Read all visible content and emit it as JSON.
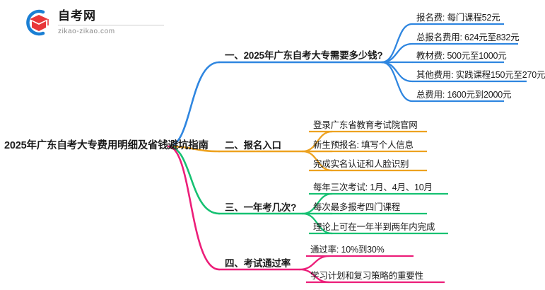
{
  "logo": {
    "title": "自考网",
    "subtitle": "zikao-zikao.com",
    "mark_outer_color": "#1a7fd4",
    "mark_cap_color": "#e8373a"
  },
  "mindmap": {
    "root": {
      "label": "2025年广东自考大专费用明细及省钱避坑指南"
    },
    "branches": [
      {
        "label": "一、2025年广东自考大专需要多少钱?",
        "color": "#2f86e0",
        "children": [
          {
            "label": "报名费: 每门课程52元"
          },
          {
            "label": "总报名费用: 624元至832元"
          },
          {
            "label": "教材费: 500元至1000元"
          },
          {
            "label": "其他费用: 实践课程150元至270元"
          },
          {
            "label": "总费用: 1600元到2000元"
          }
        ]
      },
      {
        "label": "二、报名入口",
        "color": "#eda220",
        "children": [
          {
            "label": "登录广东省教育考试院官网"
          },
          {
            "label": "新生预报名: 填写个人信息"
          },
          {
            "label": "完成实名认证和人脸识别"
          }
        ]
      },
      {
        "label": "三、一年考几次?",
        "color": "#16c172",
        "children": [
          {
            "label": "每年三次考试: 1月、4月、10月"
          },
          {
            "label": "每次最多报考四门课程"
          },
          {
            "label": "理论上可在一年半到两年内完成"
          }
        ]
      },
      {
        "label": "四、考试通过率",
        "color": "#ec1e79",
        "children": [
          {
            "label": "通过率: 10%到30%"
          },
          {
            "label": "学习计划和复习策略的重要性"
          }
        ]
      }
    ]
  }
}
